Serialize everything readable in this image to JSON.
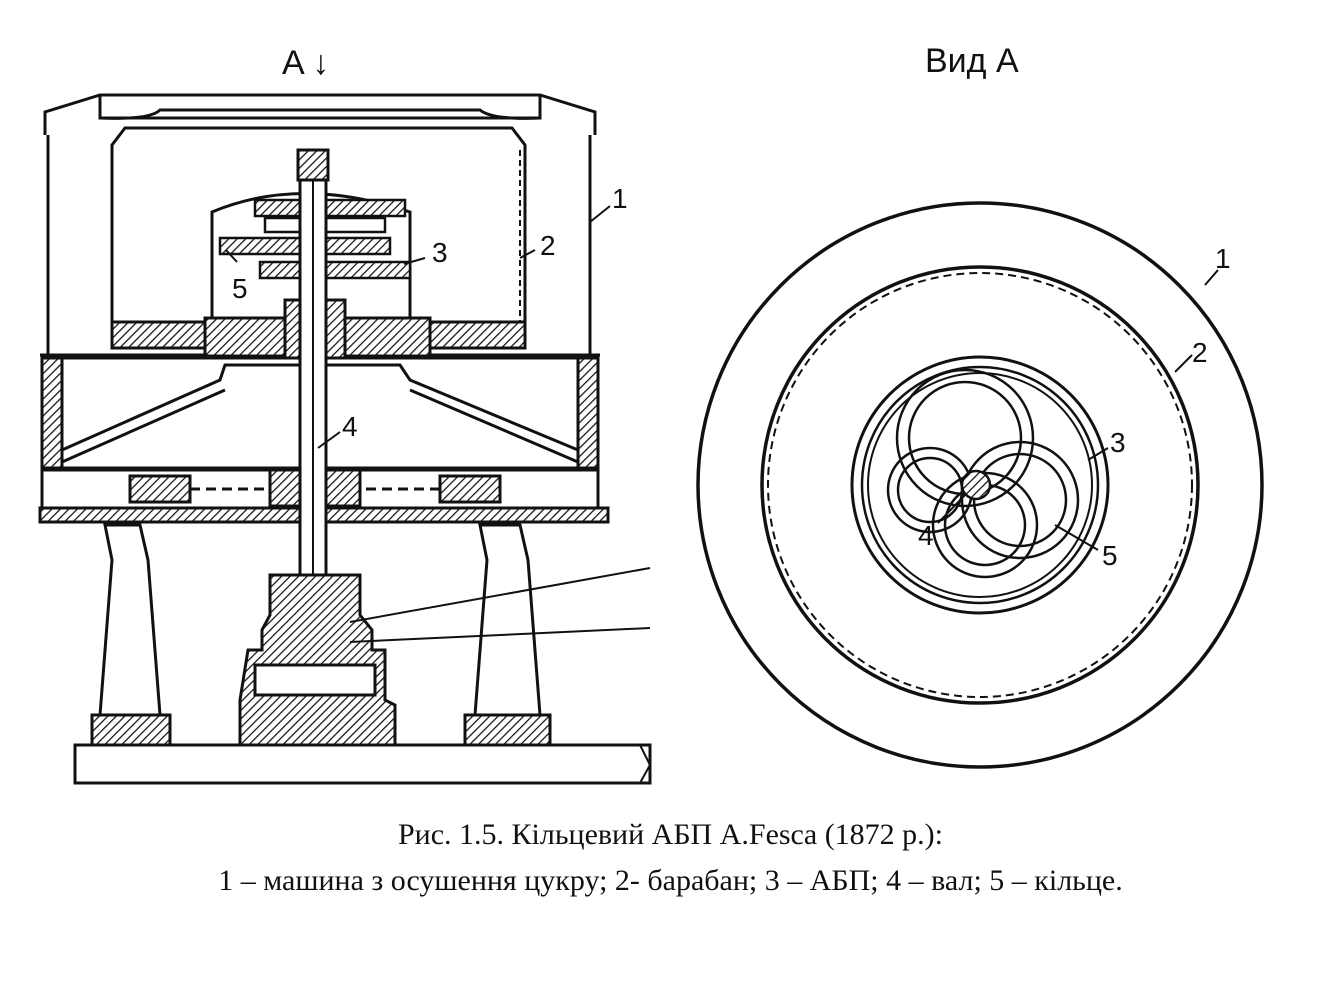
{
  "left_view": {
    "title": "A ↓",
    "labels": {
      "l1": "1",
      "l2": "2",
      "l3": "3",
      "l4": "4",
      "l5": "5"
    }
  },
  "right_view": {
    "title": "Вид А",
    "labels": {
      "l1": "1",
      "l2": "2",
      "l3": "3",
      "l4": "4",
      "l5": "5"
    }
  },
  "caption": {
    "line1": "Рис. 1.5.  Кільцевий АБП A.Fesca (1872 р.):",
    "line2": "1 – машина з осушення цукру;  2- барабан; 3 – АБП;   4 – вал;  5 – кільце."
  }
}
